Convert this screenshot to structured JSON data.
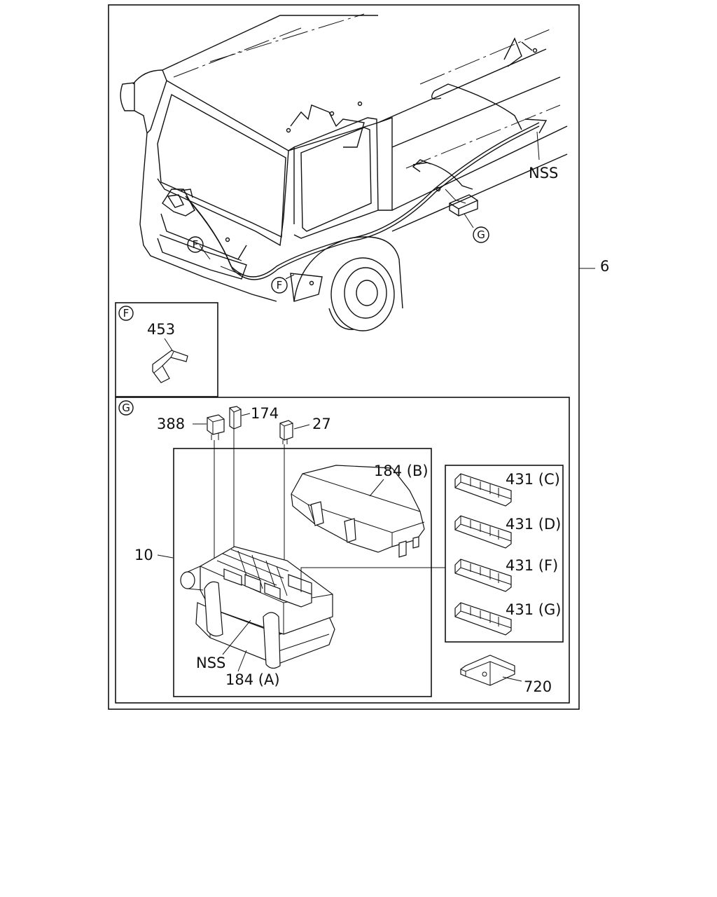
{
  "labels": {
    "nss_top": "NSS",
    "g_callout": "G",
    "f_callout_1": "F",
    "f_callout_2": "F",
    "assembly": "6",
    "inset_f": "F",
    "part_453": "453",
    "inset_g": "G",
    "part_388": "388",
    "part_174": "174",
    "part_27": "27",
    "part_184b": "184 (B)",
    "part_10": "10",
    "part_nss_bottom": "NSS",
    "part_184a": "184 (A)",
    "part_431c": "431 (C)",
    "part_431d": "431 (D)",
    "part_431f": "431 (F)",
    "part_431g": "431 (G)",
    "part_720": "720"
  }
}
